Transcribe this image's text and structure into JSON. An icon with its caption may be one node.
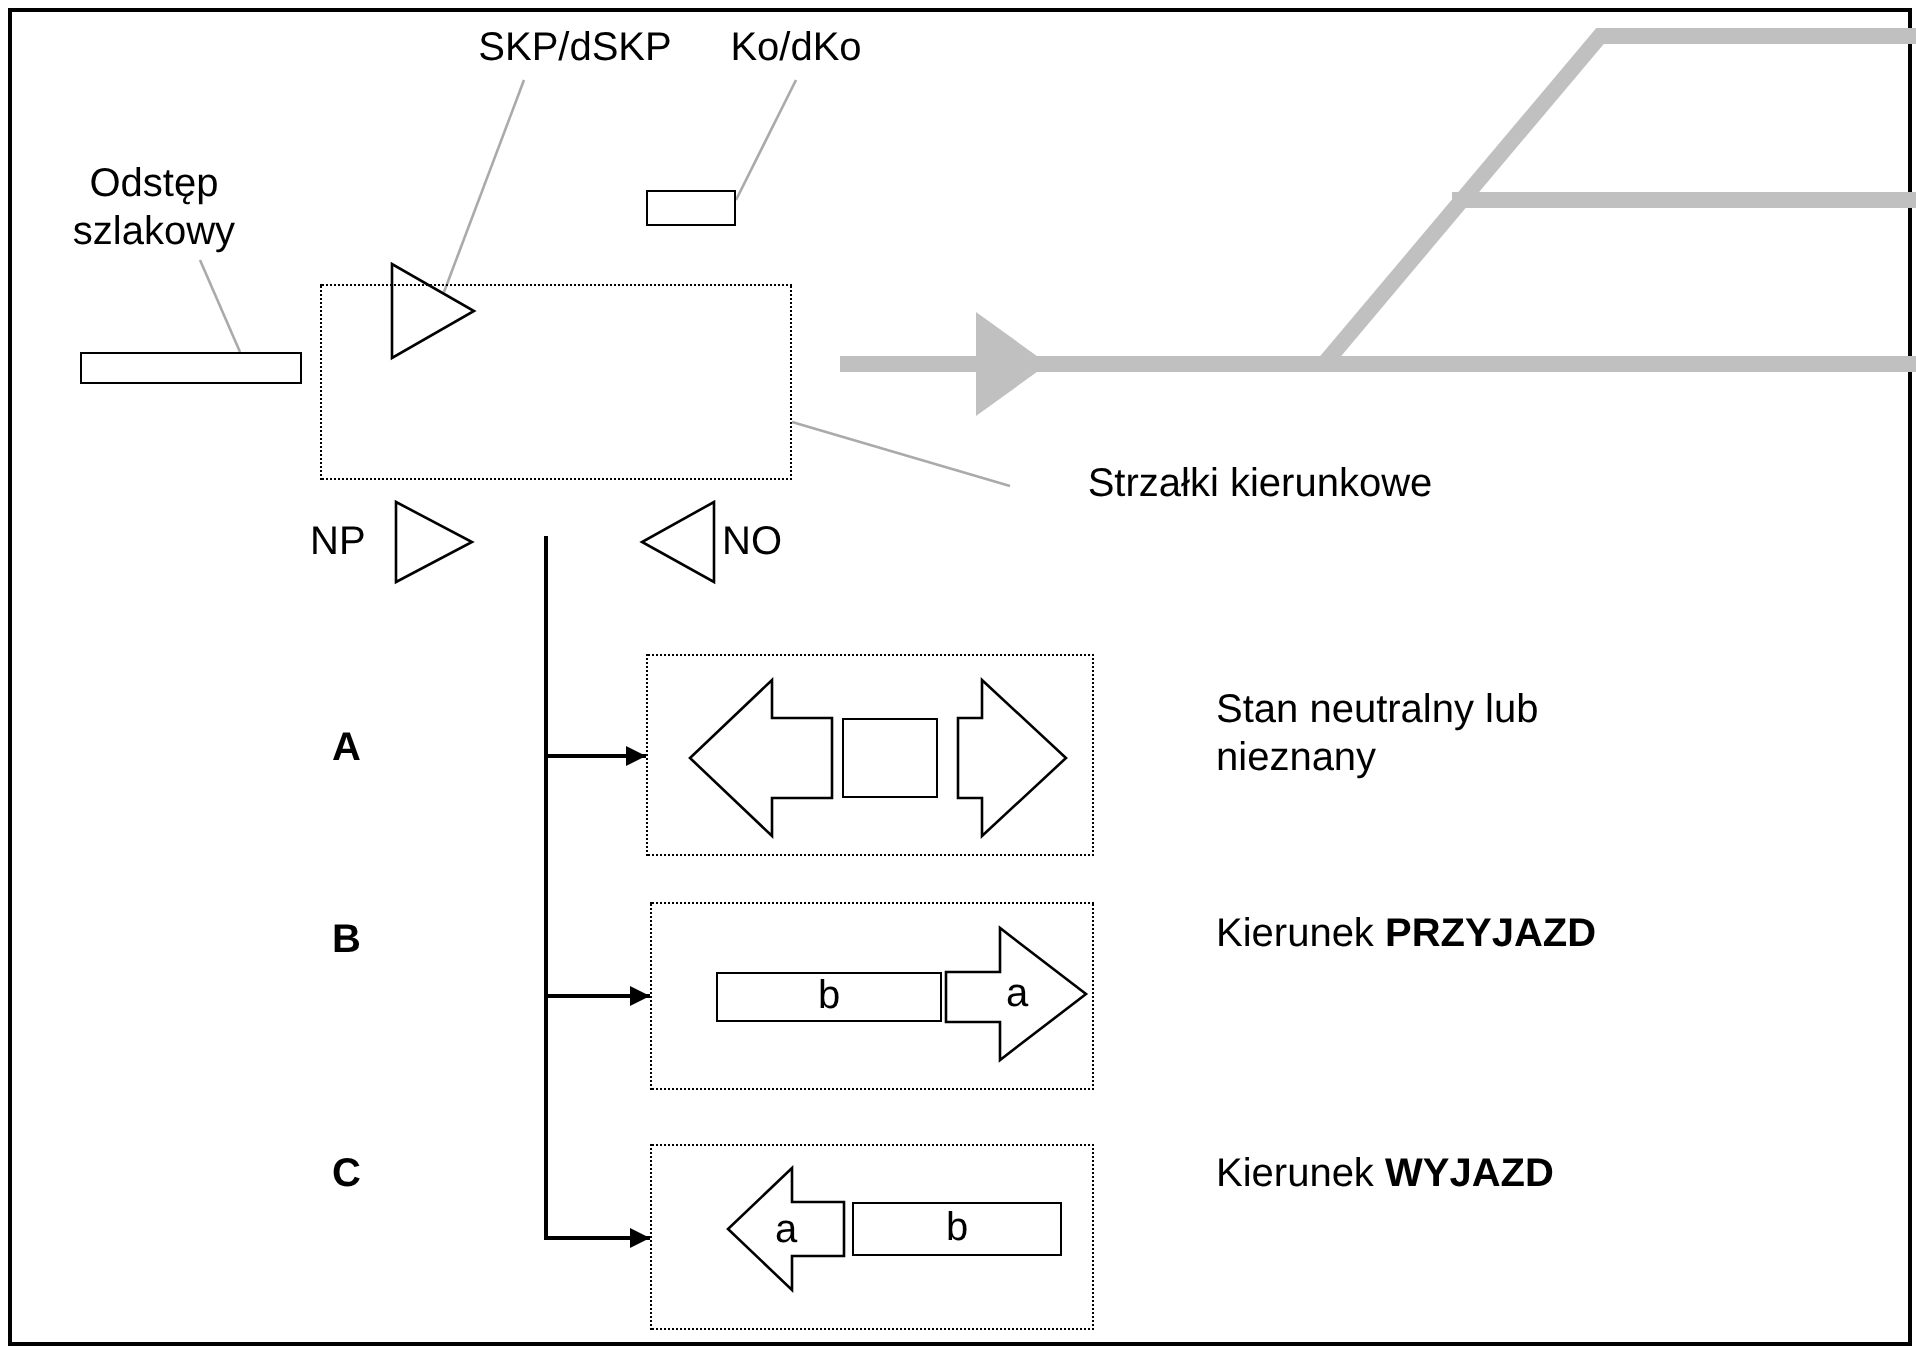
{
  "diagram": {
    "nodes": [
      {
        "text": [
          "Odstęp szlakowy"
        ]
      },
      {
        "text": [],
        "shape": "bar"
      },
      {
        "text": [
          "SKP/dSKP"
        ]
      },
      {
        "text": [],
        "shape": "triangle"
      },
      {
        "text": [
          "Ko/dKo"
        ]
      },
      {
        "text": [],
        "shape": "box"
      },
      {
        "text": [],
        "shape": "box"
      },
      {
        "text": [
          "Strzałki kierunkowe"
        ]
      },
      {
        "text": [],
        "shape": "triangle",
        "beside": [
          "NP"
        ]
      },
      {
        "text": [],
        "shape": "triangle",
        "beside": [
          "NO"
        ]
      },
      {
        "text": [],
        "shape": "box",
        "beside": [
          "Stan neutralny lub nieznany"
        ]
      },
      {
        "text": [],
        "shape": "arrow",
        "in": 10
      },
      {
        "text": [],
        "shape": "box",
        "in": 10
      },
      {
        "text": [],
        "shape": "arrow",
        "in": 10
      },
      {
        "text": [],
        "shape": "box",
        "beside": [
          "Kierunek **PRZYJAZD**"
        ]
      },
      {
        "text": [
          "b"
        ],
        "in": 14
      },
      {
        "text": [
          "a"
        ],
        "in": 14
      },
      {
        "text": [],
        "shape": "box",
        "beside": [
          "Kierunek **WYJAZD**"
        ]
      },
      {
        "text": [
          "a"
        ],
        "in": 17
      },
      {
        "text": [
          "b"
        ],
        "in": 17
      }
    ],
    "edges": [
      {
        "from": 0,
        "to": 1,
        "arrow": "none"
      },
      {
        "from": 2,
        "to": 3,
        "arrow": "none"
      },
      {
        "from": 4,
        "to": 5,
        "arrow": "none"
      },
      {
        "from": 7,
        "to": 6,
        "arrow": "none"
      },
      {
        "from": null,
        "to": 10,
        "arrow": "to",
        "color": "#000000"
      },
      {
        "from": null,
        "to": 14,
        "arrow": "to",
        "color": "#000000"
      },
      {
        "from": null,
        "to": 17,
        "arrow": "to",
        "color": "#000000"
      }
    ],
    "labels": [
      "A",
      "B",
      "C"
    ]
  }
}
